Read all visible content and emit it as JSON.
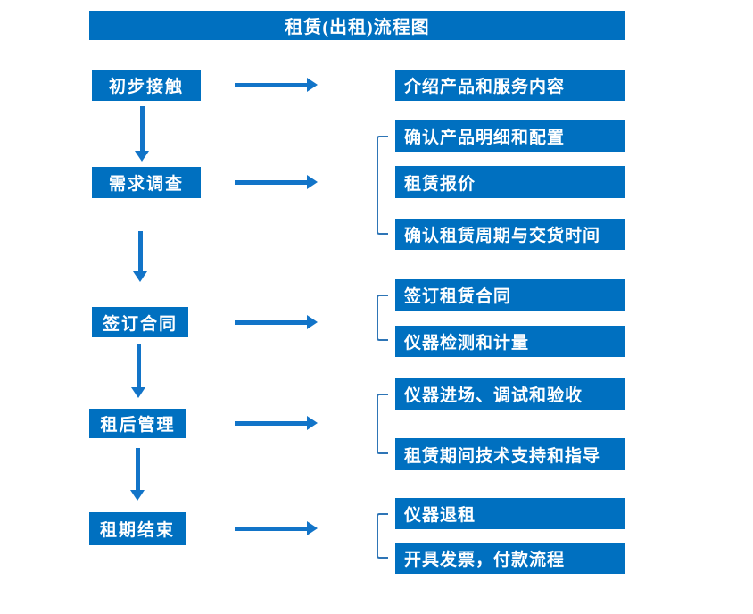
{
  "title": "租赁(出租)流程图",
  "colors": {
    "box_blue": "#0070C0",
    "arrow_blue": "#1274C8",
    "bracket_blue": "#2E75B6",
    "text_white": "#FFFFFF",
    "background": "#FFFFFF"
  },
  "steps": [
    {
      "label": "初步接触",
      "details": [
        "介绍产品和服务内容"
      ]
    },
    {
      "label": "需求调查",
      "details": [
        "确认产品明细和配置",
        "租赁报价",
        "确认租赁周期与交货时间"
      ]
    },
    {
      "label": "签订合同",
      "details": [
        "签订租赁合同",
        "仪器检测和计量"
      ]
    },
    {
      "label": "租后管理",
      "details": [
        "仪器进场、调试和验收",
        "租赁期间技术支持和指导"
      ]
    },
    {
      "label": "租期结束",
      "details": [
        "仪器退租",
        "开具发票，付款流程"
      ]
    }
  ]
}
